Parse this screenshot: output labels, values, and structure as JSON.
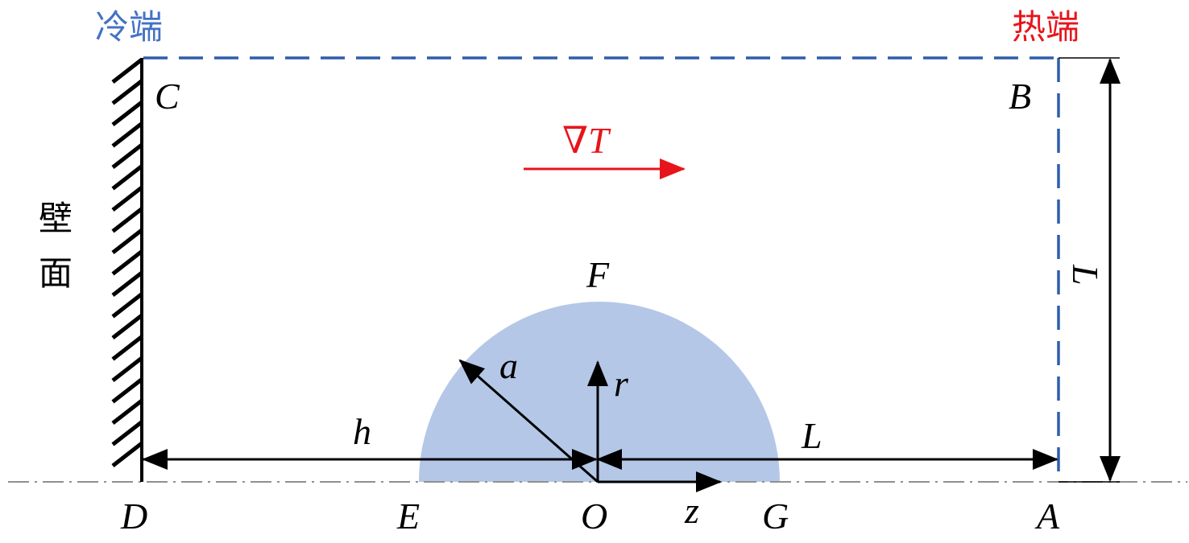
{
  "labels": {
    "cold_end": "冷端",
    "hot_end": "热端",
    "wall_char1": "壁",
    "wall_char2": "面",
    "point_c": "C",
    "point_b": "B",
    "point_d": "D",
    "point_e": "E",
    "point_o": "O",
    "point_g": "G",
    "point_a": "A",
    "point_f": "F",
    "radius": "a",
    "r_axis": "r",
    "z_axis": "z",
    "distance_h": "h",
    "distance_l_horizontal": "L",
    "distance_l_vertical": "L",
    "gradient_nabla": "∇",
    "gradient_t": "T"
  },
  "colors": {
    "cold": "#4472c4",
    "hot": "#e8141b",
    "boundary": "#2f5dab",
    "droplet": "#b4c7e7",
    "axis": "#909090",
    "line": "#000000"
  }
}
